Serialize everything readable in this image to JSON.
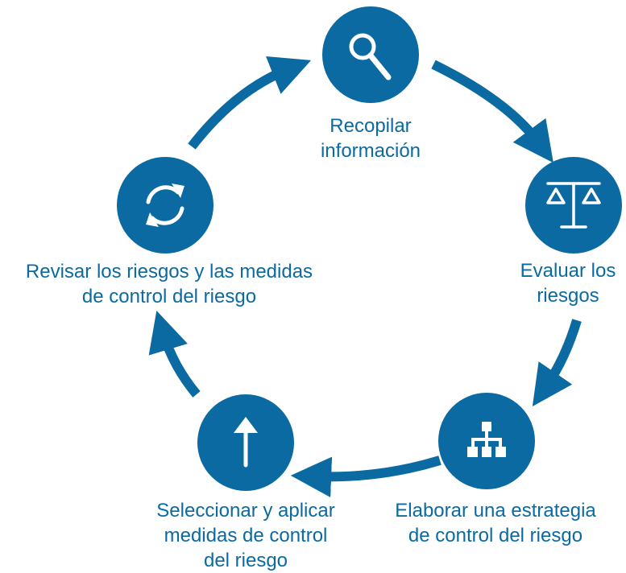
{
  "colors": {
    "accent": "#0a6aa1",
    "icon": "#ffffff",
    "background": "#ffffff"
  },
  "steps": [
    {
      "icon": "search-icon",
      "lines": [
        "Recopilar",
        "información"
      ]
    },
    {
      "icon": "balance-scale-icon",
      "lines": [
        "Evaluar los",
        "riesgos"
      ]
    },
    {
      "icon": "hierarchy-icon",
      "lines": [
        "Elaborar una estrategia",
        "de control del riesgo"
      ]
    },
    {
      "icon": "arrow-up-icon",
      "lines": [
        "Seleccionar y aplicar",
        "medidas de control",
        "del riesgo"
      ]
    },
    {
      "icon": "refresh-icon",
      "lines": [
        "Revisar los riesgos y las medidas",
        "de control del riesgo"
      ]
    }
  ]
}
